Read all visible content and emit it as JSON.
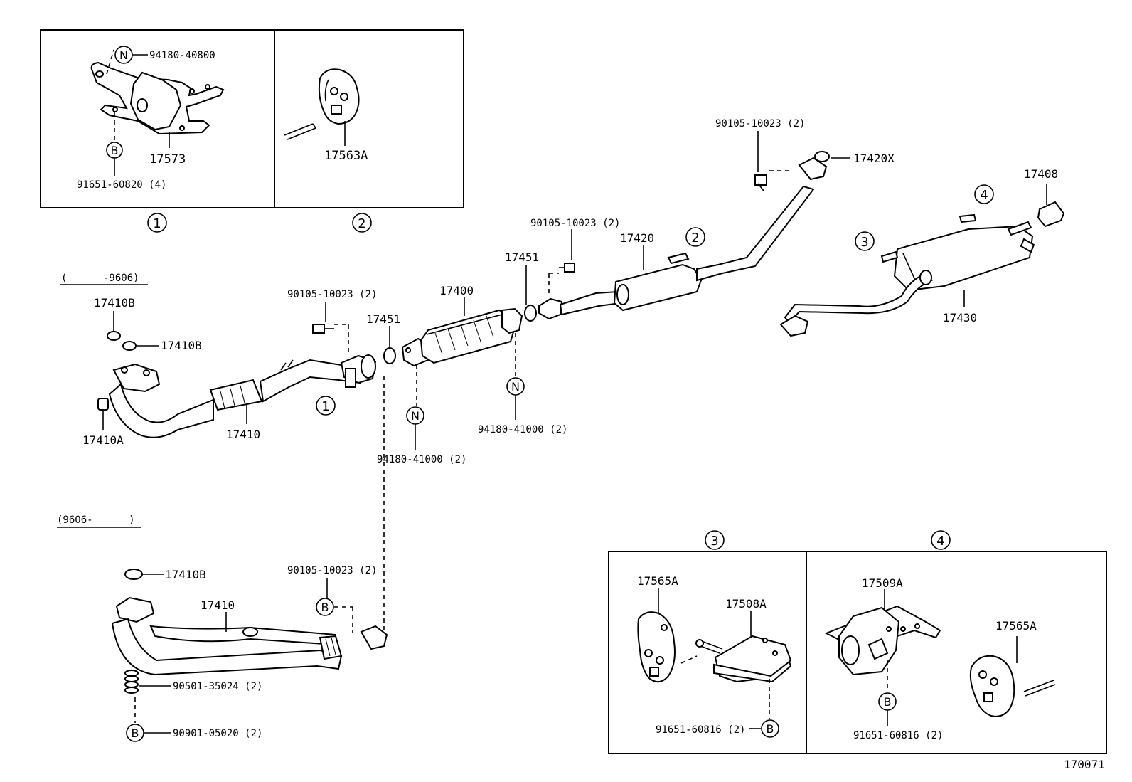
{
  "inset_top": {
    "panel1": {
      "ref": "1",
      "callout_n": "N",
      "callout_b": "B",
      "nut": "94180-40800",
      "part": "17573",
      "bolt": "91651-60820 (4)"
    },
    "panel2": {
      "ref": "2",
      "part": "17563A"
    }
  },
  "main": {
    "range_early": "(      -9606)",
    "range_late": "(9606-      )",
    "p17410B_top": "17410B",
    "p17410B_right": "17410B",
    "p17410A": "17410A",
    "p17410_early": "17410",
    "ref1_on_pipe": "1",
    "bolt_front_pipe": "90105-10023 (2)",
    "p17451_left": "17451",
    "p17400": "17400",
    "n_left": "N",
    "nut_left": "94180-41000 (2)",
    "n_right": "N",
    "nut_right": "94180-41000 (2)",
    "p17451_right": "17451",
    "bolt_mid": "90105-10023 (2)",
    "p17420": "17420",
    "ref2_on_pipe": "2",
    "bolt_top": "90105-10023 (2)",
    "p17420X": "17420X",
    "p17408": "17408",
    "ref4_on_pipe": "4",
    "ref3_on_pipe": "3",
    "p17430": "17430",
    "p17410B_late": "17410B",
    "p17410_late": "17410",
    "bolt_late": "90105-10023 (2)",
    "b_late": "B",
    "spring": "90501-35024 (2)",
    "b_spring": "B",
    "bolt_spring": "90901-05020 (2)"
  },
  "inset_bottom": {
    "panel3": {
      "ref": "3",
      "part_a": "17565A",
      "part_b": "17508A",
      "bolt": "91651-60816 (2)",
      "callout": "B"
    },
    "panel4": {
      "ref": "4",
      "part_a": "17509A",
      "part_b": "17565A",
      "bolt": "91651-60816 (2)",
      "callout": "B"
    }
  },
  "figure_code": "170071"
}
